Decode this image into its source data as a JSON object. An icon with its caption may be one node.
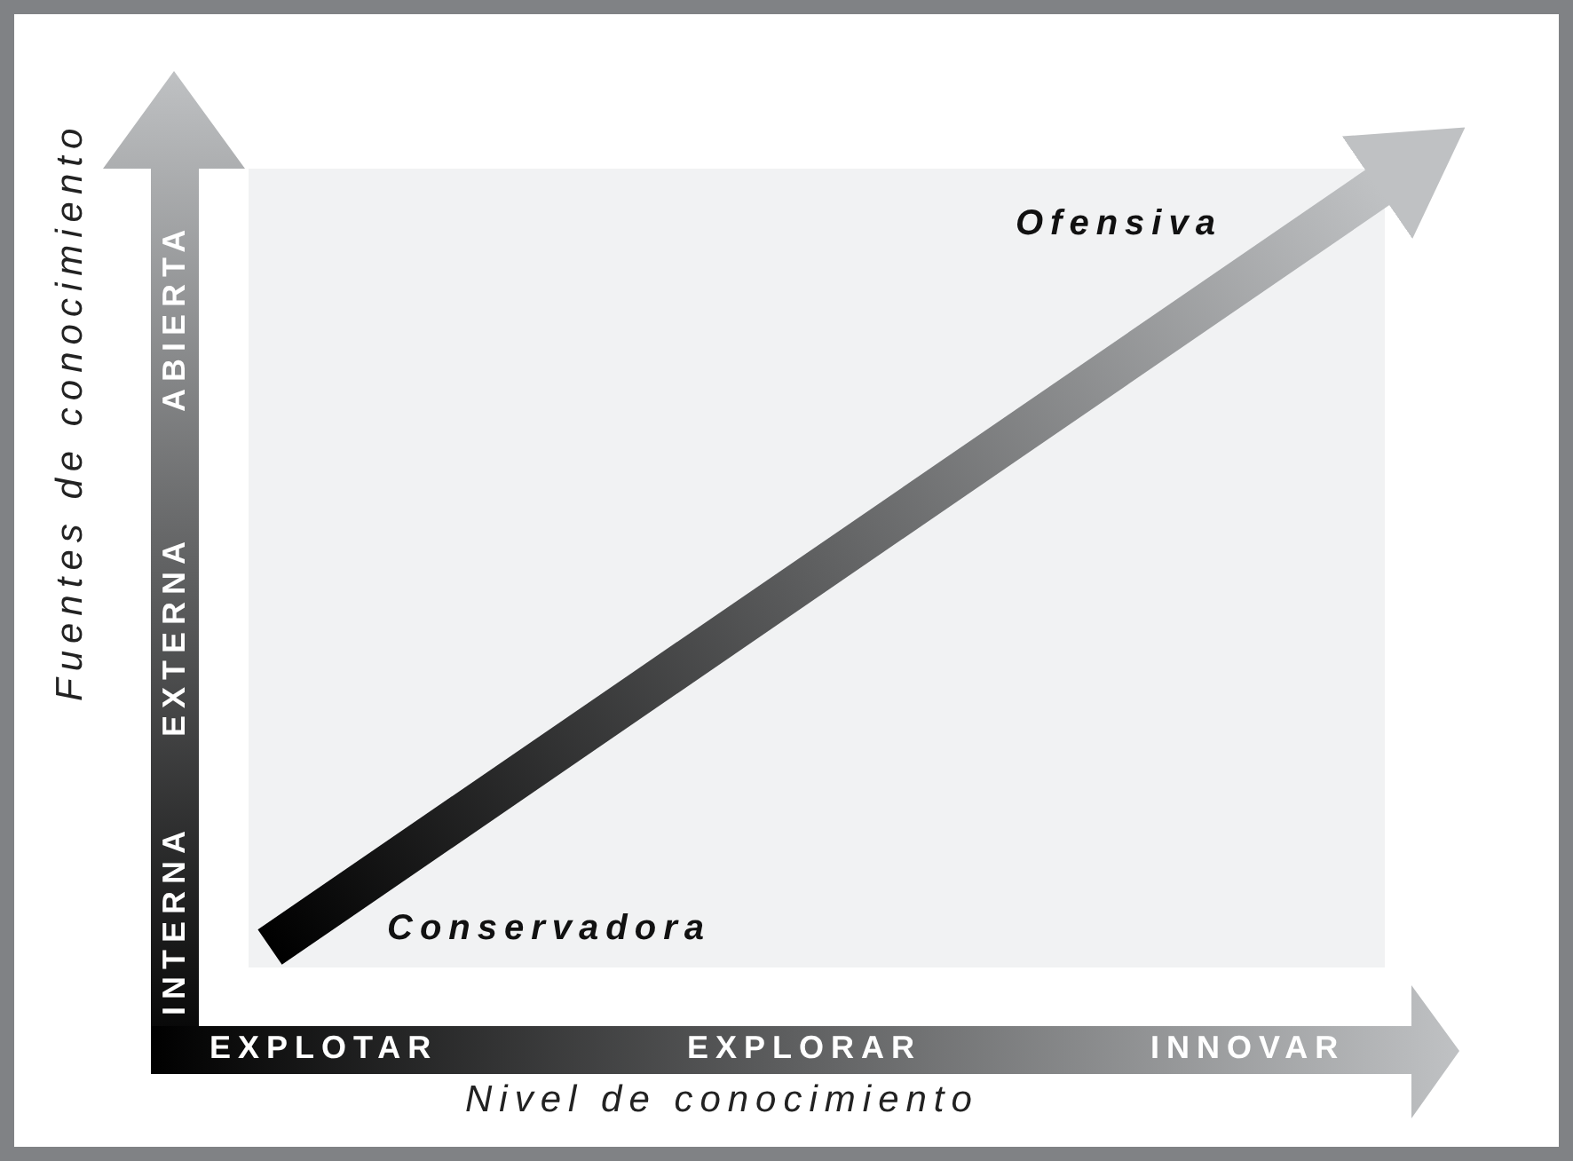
{
  "diagram": {
    "nodes": [
      {
        "text": [
          "Conservadora"
        ]
      },
      {
        "text": [
          "Ofensiva"
        ]
      }
    ],
    "edges": [
      {
        "from": 0,
        "to": 1,
        "arrow": "to",
        "style": "thick"
      }
    ],
    "labels": [
      "Fuentes de conocimiento",
      "INTERNA",
      "EXTERNA",
      "ABIERTA",
      "EXPLOTAR",
      "EXPLORAR",
      "INNOVAR",
      "Nivel de conocimiento"
    ]
  }
}
